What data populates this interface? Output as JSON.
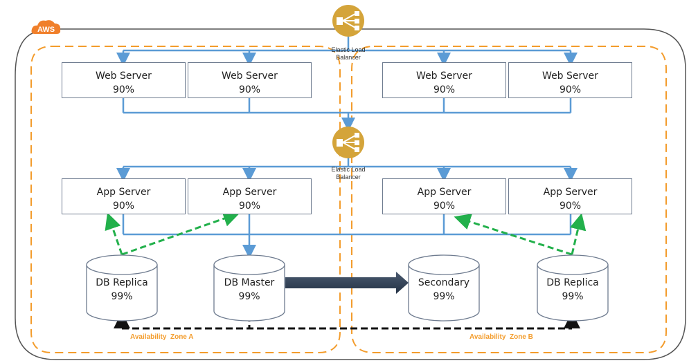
{
  "cloud": {
    "label": "AWS",
    "color": "#f07f2a"
  },
  "zones": [
    {
      "label": "Availability  Zone A"
    },
    {
      "label": "Availability  Zone B"
    }
  ],
  "load_balancers": [
    {
      "label_line1": "Elastic Load",
      "label_line2": "Balancer"
    },
    {
      "label_line1": "Elastic Load",
      "label_line2": "Balancer"
    }
  ],
  "web_servers": [
    {
      "name": "Web Server",
      "value": "90%"
    },
    {
      "name": "Web Server",
      "value": "90%"
    },
    {
      "name": "Web Server",
      "value": "90%"
    },
    {
      "name": "Web Server",
      "value": "90%"
    }
  ],
  "app_servers": [
    {
      "name": "App Server",
      "value": "90%"
    },
    {
      "name": "App Server",
      "value": "90%"
    },
    {
      "name": "App Server",
      "value": "90%"
    },
    {
      "name": "App Server",
      "value": "90%"
    }
  ],
  "databases": [
    {
      "name": "DB Replica",
      "value": "99%"
    },
    {
      "name": "DB Master",
      "value": "99%"
    },
    {
      "name": "Secondary",
      "value": "99%"
    },
    {
      "name": "DB Replica",
      "value": "99%"
    }
  ],
  "colors": {
    "zone_border": "#f39c2c",
    "link": "#5b9bd5",
    "replication": "#22b04b",
    "sync": "#111111",
    "failover_arrow": "#2f3e52",
    "elb": "#d4a43a"
  }
}
